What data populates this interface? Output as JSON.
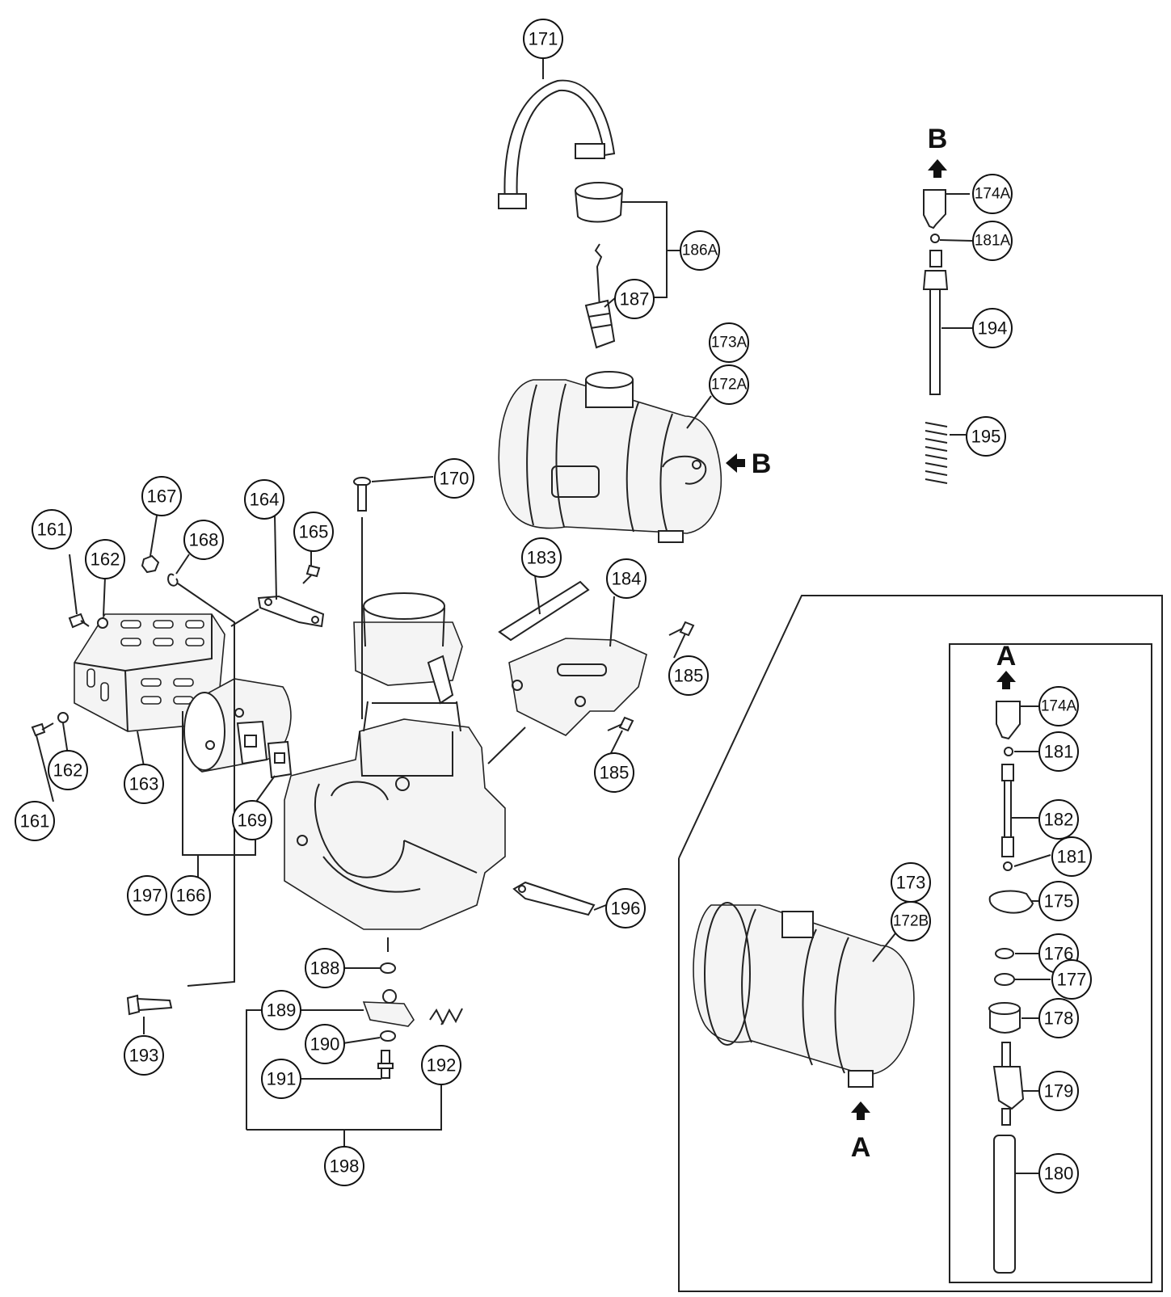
{
  "callouts": {
    "c161a": "161",
    "c161b": "161",
    "c162a": "162",
    "c162b": "162",
    "c163": "163",
    "c164": "164",
    "c165": "165",
    "c166": "166",
    "c167": "167",
    "c168": "168",
    "c169": "169",
    "c170": "170",
    "c171": "171",
    "c172A": "172A",
    "c172B": "172B",
    "c173": "173",
    "c173A": "173A",
    "c174Aa": "174A",
    "c174Ab": "174A",
    "c175": "175",
    "c176": "176",
    "c177": "177",
    "c178": "178",
    "c179": "179",
    "c180": "180",
    "c181a": "181",
    "c181b": "181",
    "c181A": "181A",
    "c182": "182",
    "c183": "183",
    "c184": "184",
    "c185a": "185",
    "c185b": "185",
    "c186A": "186A",
    "c187": "187",
    "c188": "188",
    "c189": "189",
    "c190": "190",
    "c191": "191",
    "c192": "192",
    "c193": "193",
    "c194": "194",
    "c195": "195",
    "c196": "196",
    "c197": "197",
    "c198": "198"
  },
  "view_letters": {
    "b_top": "B",
    "b_side": "B",
    "a_inset": "A",
    "a_tank": "A"
  }
}
